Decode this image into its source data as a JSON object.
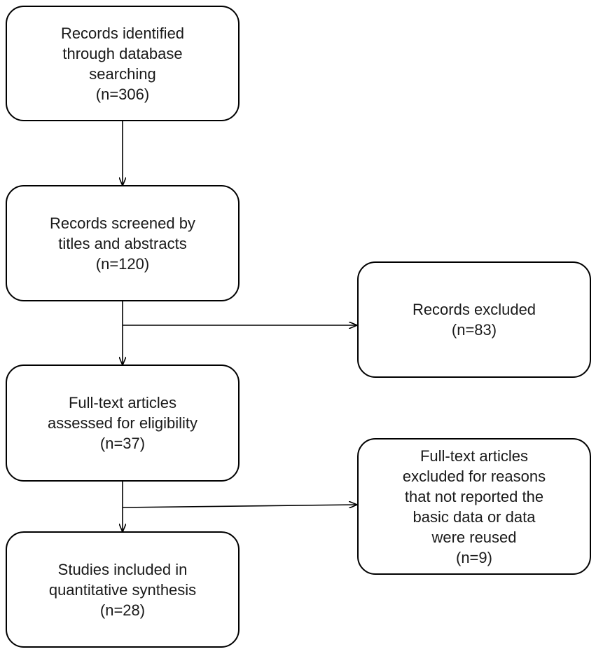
{
  "boxes": {
    "identified": {
      "lines": [
        "Records identified",
        "through database",
        "searching",
        "(n=306)"
      ]
    },
    "screened": {
      "lines": [
        "Records screened by",
        "titles and abstracts",
        "(n=120)"
      ]
    },
    "excluded": {
      "lines": [
        "Records excluded",
        "(n=83)"
      ]
    },
    "fulltext": {
      "lines": [
        "Full-text articles",
        "assessed for eligibility",
        "(n=37)"
      ]
    },
    "fulltext_excluded": {
      "lines": [
        "Full-text articles",
        "excluded for reasons",
        "that not reported the",
        "basic data or data",
        "were reused",
        "(n=9)"
      ]
    },
    "included": {
      "lines": [
        "Studies included in",
        "quantitative synthesis",
        "(n=28)"
      ]
    }
  }
}
